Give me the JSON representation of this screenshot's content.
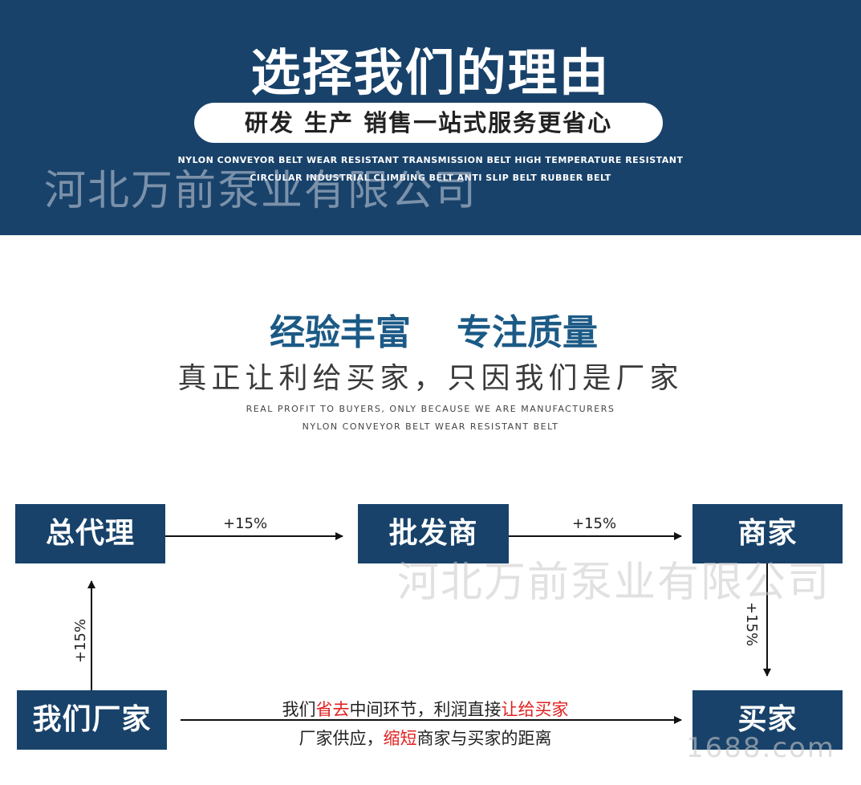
{
  "banner": {
    "title": "选择我们的理由",
    "pill": "研发 生产 销售一站式服务更省心",
    "en_line1": "NYLON CONVEYOR BELT WEAR RESISTANT TRANSMISSION BELT HIGH TEMPERATURE RESISTANT",
    "en_line2": "CIRCULAR INDUSTRIAL CLIMBING BELT ANTI SLIP BELT RUBBER BELT",
    "background_color": "#18426a"
  },
  "watermark": {
    "text": "河北万前泵业有限公司",
    "domain_fragment": "1688.com"
  },
  "headline": {
    "left": "经验丰富",
    "right": "专注质量",
    "color": "#1c5a86"
  },
  "subline": "真正让利给买家，只因我们是厂家",
  "en": {
    "line1": "REAL PROFIT TO BUYERS, ONLY BECAUSE WE ARE MANUFACTURERS",
    "line2": "NYLON CONVEYOR BELT WEAR RESISTANT BELT"
  },
  "flow": {
    "box_general_agent": "总代理",
    "box_wholesaler": "批发商",
    "box_merchant": "商家",
    "box_manufacturer": "我们厂家",
    "box_buyer": "买家",
    "markup_1": "+15%",
    "markup_2": "+15%",
    "markup_3": "+15%",
    "markup_4": "+15%"
  },
  "note": {
    "l1_a": "我们",
    "l1_red1": "省去",
    "l1_b": "中间环节，利润直接",
    "l1_red2": "让给买家",
    "l2_a": "厂家供应，",
    "l2_red": "缩短",
    "l2_b": "商家与买家的距离",
    "highlight_color": "#e02020"
  }
}
